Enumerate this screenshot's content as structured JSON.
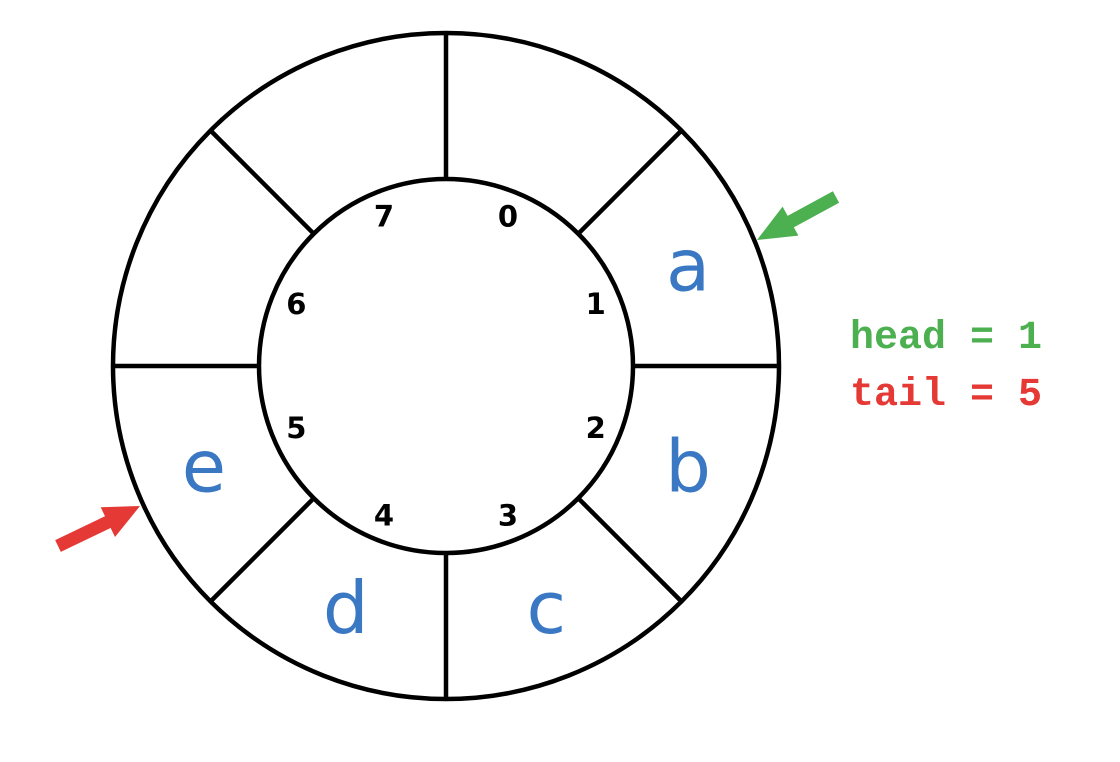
{
  "diagram": {
    "indices": [
      "0",
      "1",
      "2",
      "3",
      "4",
      "5",
      "6",
      "7"
    ],
    "slots": [
      "",
      "a",
      "b",
      "c",
      "d",
      "e",
      "",
      ""
    ],
    "head": {
      "text": "head = 1",
      "index": 1
    },
    "tail": {
      "text": "tail = 5",
      "index": 5
    }
  },
  "colors": {
    "ring": "#000000",
    "value": "#3b78c4",
    "head": "#4caf50",
    "tail": "#e53935"
  }
}
